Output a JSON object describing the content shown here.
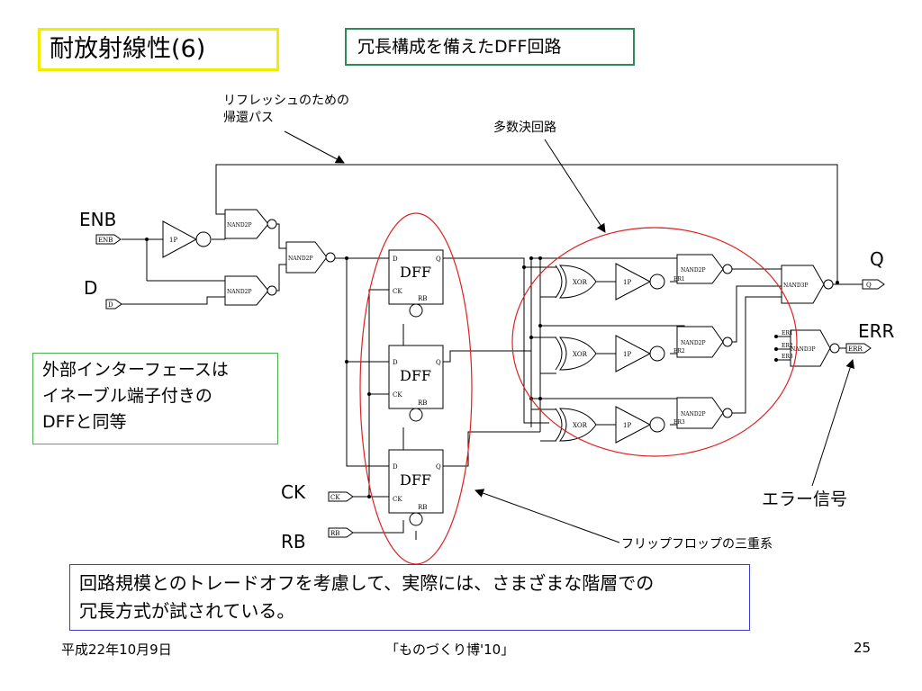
{
  "slide": {
    "title": "耐放射線性(6)",
    "subtitle": "冗長構成を備えたDFF回路",
    "annotations": {
      "refresh_line1": "リフレッシュのための",
      "refresh_line2": "帰還パス",
      "majority": "多数決回路",
      "triple": "フリップフロップの三重系",
      "error_signal": "エラー信号"
    },
    "pins": {
      "enb": "ENB",
      "d": "D",
      "ck": "CK",
      "rb": "RB",
      "q": "Q",
      "err": "ERR"
    },
    "note_green": {
      "line1": "外部インターフェースは",
      "line2": "イネーブル端子付きの",
      "line3": "DFFと同等"
    },
    "note_blue": {
      "line1": "回路規模とのトレードオフを考慮して、実際には、さまざまな階層での",
      "line2": "冗長方式が試されている。"
    },
    "footer": {
      "date": "平成22年10月9日",
      "event": "「ものづくり博'10」",
      "page": "25"
    }
  },
  "circuit": {
    "dff_main": "DFF",
    "dff_d": "D",
    "dff_q": "Q",
    "dff_ck": "CK",
    "dff_rb": "RB",
    "inv": "1P",
    "nand": "NAND2P",
    "nand3": "NAND3P",
    "xor": "XOR",
    "port_enb": "ENB",
    "port_d": "D",
    "port_ck": "CK",
    "port_rb": "RB",
    "port_q": "Q",
    "port_err": "ERR",
    "er1": "ER1",
    "er2": "ER2",
    "er3": "ER3"
  },
  "colors": {
    "title_border": "#f0ee00",
    "subtitle_border": "#2e8b57",
    "ellipse": "#e02020",
    "note_green": "#4caf50",
    "note_blue": "#3b3bcc"
  }
}
